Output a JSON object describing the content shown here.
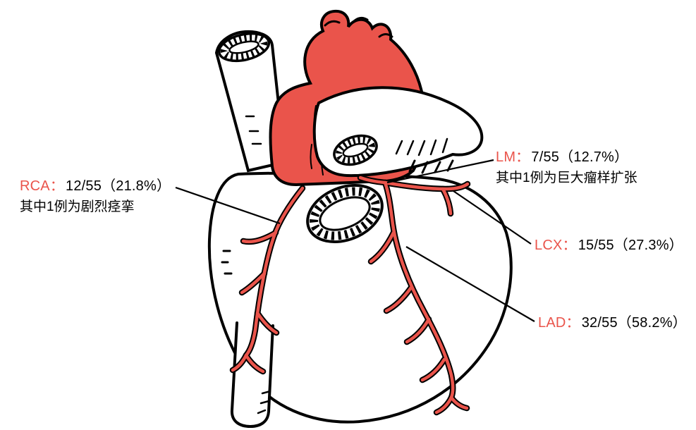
{
  "colors": {
    "artery_red": "#ea544b",
    "outline": "#000000",
    "background": "#ffffff",
    "label_text": "#000000"
  },
  "annotations": [
    {
      "id": "RCA",
      "label": "RCA：",
      "stat": "12/55（21.8%）",
      "note": "其中1例为剧烈痉挛",
      "numerator": 12,
      "denominator": 55,
      "percent": 21.8
    },
    {
      "id": "LM",
      "label": "LM：",
      "stat": "7/55（12.7%）",
      "note": "其中1例为巨大瘤样扩张",
      "numerator": 7,
      "denominator": 55,
      "percent": 12.7
    },
    {
      "id": "LCX",
      "label": "LCX：",
      "stat": "15/55（27.3%）",
      "note": "",
      "numerator": 15,
      "denominator": 55,
      "percent": 27.3
    },
    {
      "id": "LAD",
      "label": "LAD：",
      "stat": "32/55（58.2%）",
      "note": "",
      "numerator": 32,
      "denominator": 55,
      "percent": 58.2
    }
  ]
}
